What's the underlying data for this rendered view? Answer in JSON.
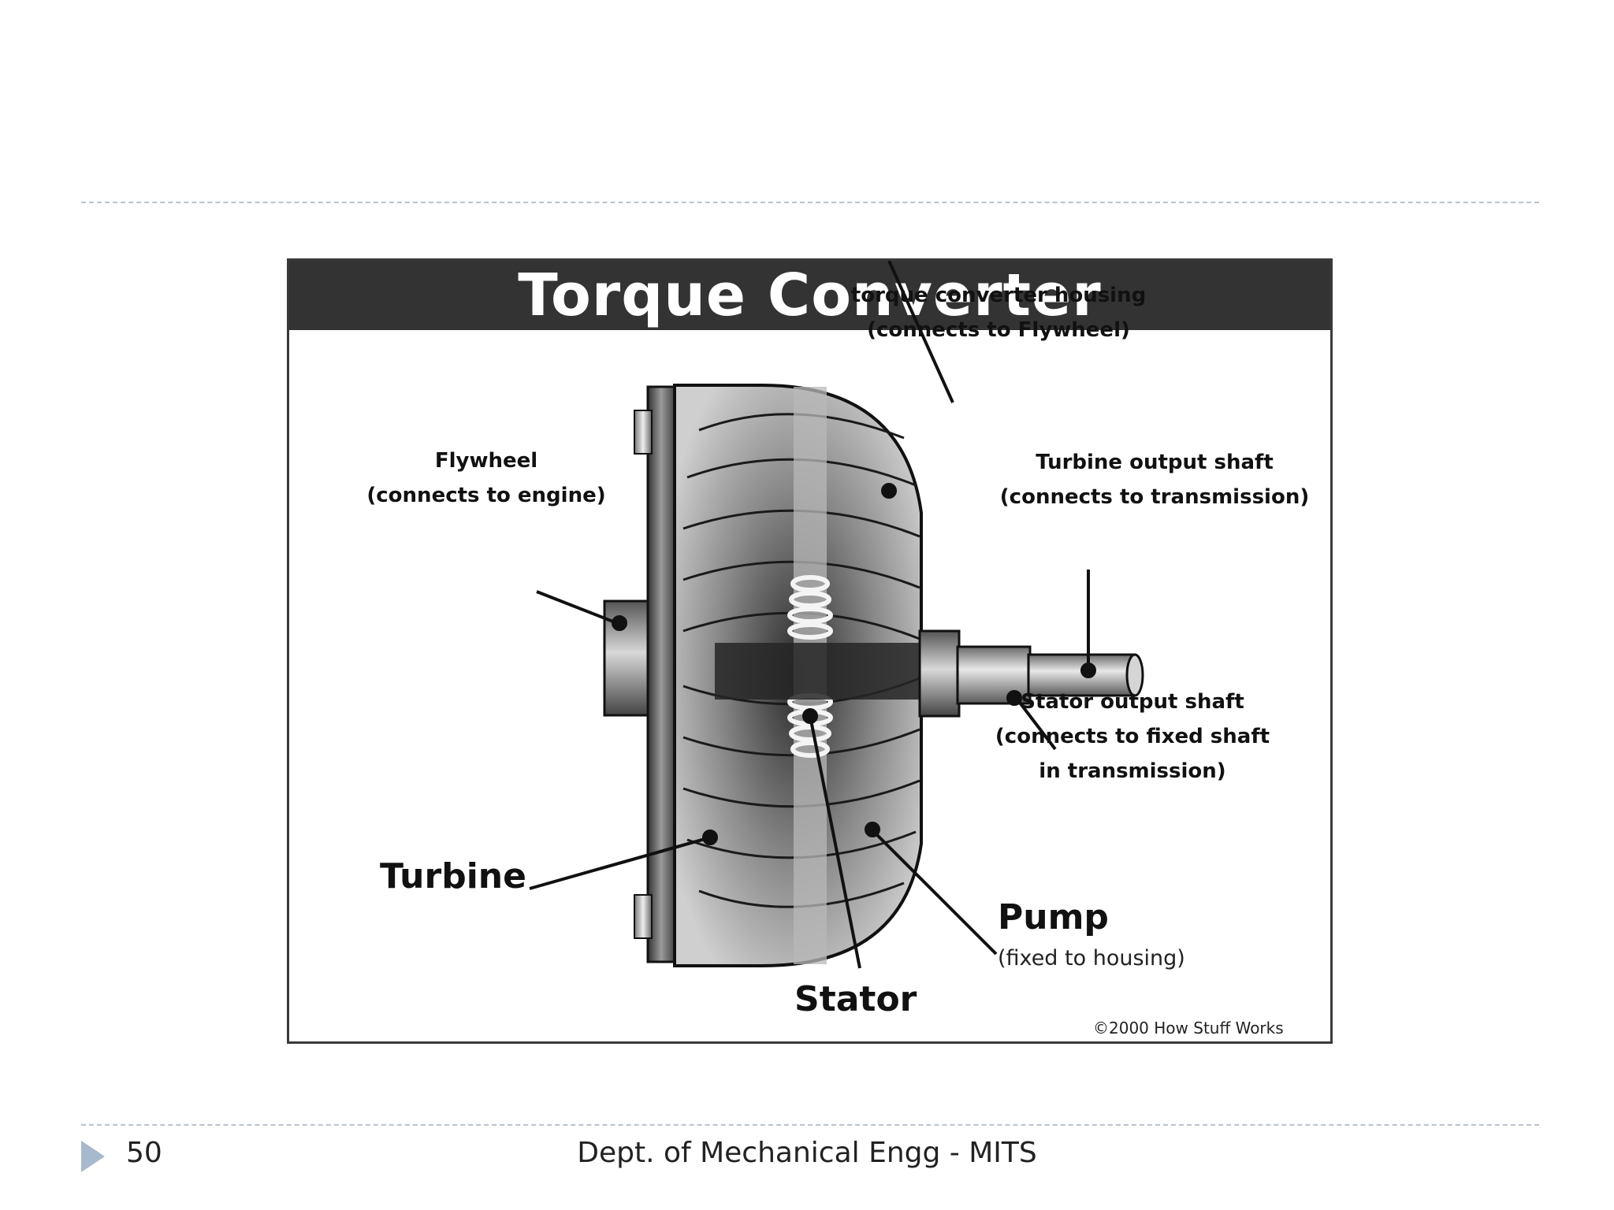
{
  "diagram": {
    "title": "Torque Converter",
    "labels": {
      "housing_line1": "torque converter housing",
      "housing_line2": "(connects to Flywheel)",
      "flywheel_line1": "Flywheel",
      "flywheel_line2": "(connects to engine)",
      "turbine_shaft_line1": "Turbine output shaft",
      "turbine_shaft_line2": "(connects to transmission)",
      "stator_shaft_line1": "Stator output shaft",
      "stator_shaft_line2": "(connects to fixed shaft",
      "stator_shaft_line3": "in transmission)",
      "turbine": "Turbine",
      "pump": "Pump",
      "pump_note": "(fixed to housing)",
      "stator": "Stator"
    },
    "copyright": "©2000 How Stuff Works"
  },
  "footer": {
    "page_number": "50",
    "text": "Dept. of Mechanical Engg - MITS"
  }
}
